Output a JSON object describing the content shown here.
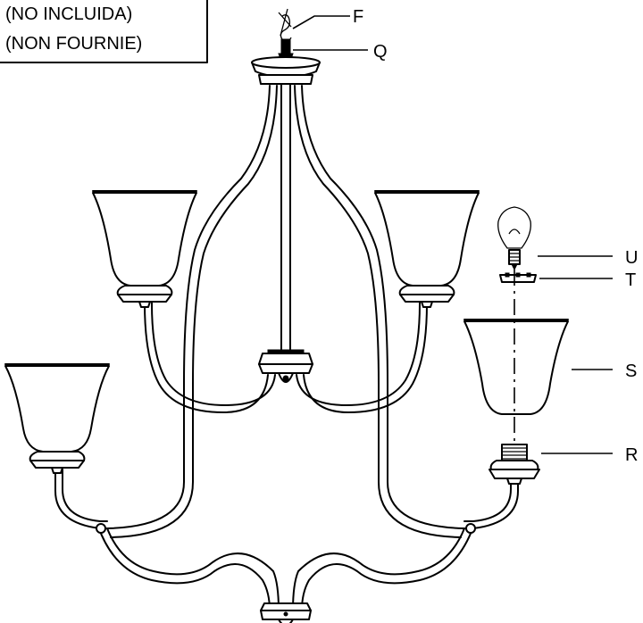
{
  "note": {
    "line1": "(NO INCLUIDA)",
    "line2": "(NON FOURNIE)"
  },
  "labels": {
    "F": "F",
    "Q": "Q",
    "U": "U",
    "T": "T",
    "S": "S",
    "R": "R"
  }
}
